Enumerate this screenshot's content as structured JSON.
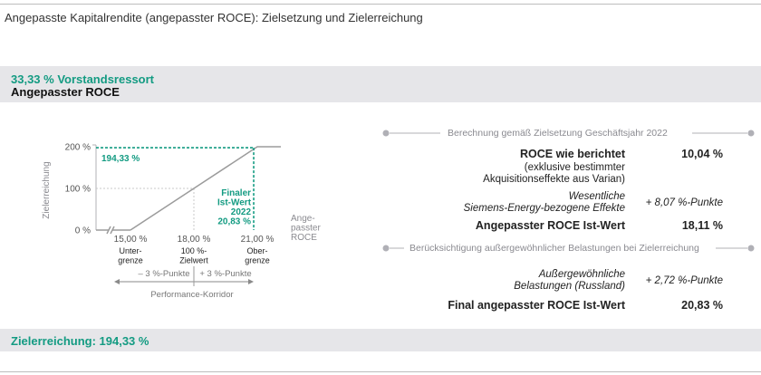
{
  "page": {
    "title": "Angepasste Kapitalrendite (angepasster ROCE): Zielsetzung und Zielerreichung"
  },
  "header_band": {
    "line1": "33,33 % Vorstandsressort",
    "line2": "Angepasster ROCE"
  },
  "chart_data": {
    "type": "line",
    "ylabel": "Zielerreichung",
    "xlabel_lines": [
      "Ange-",
      "passter",
      "ROCE"
    ],
    "yticks": [
      {
        "value": 0,
        "label": "0 %"
      },
      {
        "value": 100,
        "label": "100 %"
      },
      {
        "value": 200,
        "label": "200 %"
      }
    ],
    "ylim": [
      0,
      200
    ],
    "xlim": [
      15,
      21
    ],
    "xticks": [
      {
        "value": 15,
        "label": "15,00 %",
        "sub": [
          "Unter-",
          "grenze"
        ]
      },
      {
        "value": 18,
        "label": "18,00 %",
        "sub": [
          "100 %-",
          "Zielwert"
        ]
      },
      {
        "value": 21,
        "label": "21,00 %",
        "sub": [
          "Ober-",
          "grenze"
        ]
      }
    ],
    "series": [
      {
        "x": [
          15,
          18,
          21,
          22
        ],
        "y": [
          0,
          100,
          200,
          200
        ],
        "color": "#9b9b9b"
      }
    ],
    "guide": {
      "x": 18,
      "y": 100
    },
    "highlight": {
      "x": 20.83,
      "y": 194.33,
      "color": "#139b82"
    },
    "annotations": {
      "achievement_label": "194,33 %",
      "final_lines": [
        "Finaler",
        "Ist-Wert",
        "2022",
        "20,83 %"
      ]
    },
    "corridor": {
      "left": "– 3 %-Punkte",
      "right": "+ 3 %-Punkte",
      "label": "Performance-Korridor"
    },
    "grid": false
  },
  "calc": {
    "section1_title": "Berechnung gemäß Zielsetzung Geschäftsjahr 2022",
    "roce_reported": {
      "label": "ROCE wie berichtet",
      "sub1": "(exklusive bestimmter",
      "sub2": "Akquisitionseffekte aus Varian)",
      "value": "10,04 %"
    },
    "siemens_energy": {
      "label1": "Wesentliche",
      "label2": "Siemens-Energy-bezogene Effekte",
      "value": "+ 8,07 %-Punkte"
    },
    "adjusted": {
      "label": "Angepasster ROCE Ist-Wert",
      "value": "18,11 %"
    },
    "section2_title": "Berücksichtigung außergewöhnlicher Belastungen bei Zielerreichung",
    "extraordinary": {
      "label1": "Außergewöhnliche",
      "label2": "Belastungen (Russland)",
      "value": "+ 2,72 %-Punkte"
    },
    "final": {
      "label": "Final angepasster ROCE Ist-Wert",
      "value": "20,83 %"
    }
  },
  "footer_band": {
    "text": "Zielerreichung: 194,33 %"
  },
  "colors": {
    "teal": "#139b82",
    "gray_line": "#9b9b9b",
    "band": "#e6e6e9",
    "dots": "#b0b0b6"
  }
}
